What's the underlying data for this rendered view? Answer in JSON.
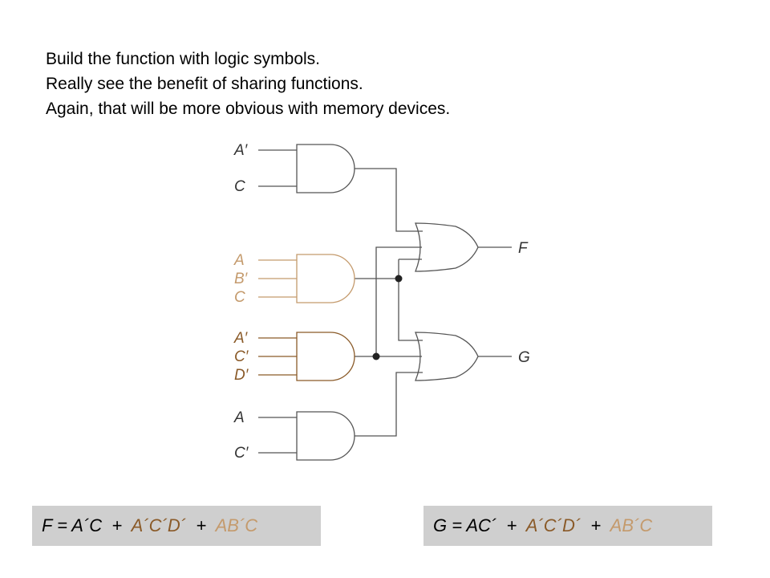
{
  "intro": {
    "line1": "Build the function with logic symbols.",
    "line2": "Really see the benefit of sharing functions.",
    "line3": "Again, that will be more obvious with memory devices."
  },
  "colors": {
    "black_wire": "#555555",
    "shared_color": "#b07a3a",
    "formula_bg": "#cfcfcf"
  },
  "circuit": {
    "gate1_inputs": [
      "A′",
      "C"
    ],
    "gate2_inputs": [
      "A",
      "B′",
      "C"
    ],
    "gate3_inputs": [
      "A′",
      "C′",
      "D′"
    ],
    "gate4_inputs": [
      "A",
      "C′"
    ],
    "output_f": "F",
    "output_g": "G"
  },
  "formulas": {
    "f": {
      "prefix": "F = A´C",
      "plus1": "  +  ",
      "term2": "A´C´D´",
      "plus2": "  +  ",
      "term3": "AB´C"
    },
    "g": {
      "prefix": "G = AC´",
      "plus1": "  +  ",
      "term2": "A´C´D´",
      "plus2": "  +  ",
      "term3": "AB´C"
    }
  }
}
